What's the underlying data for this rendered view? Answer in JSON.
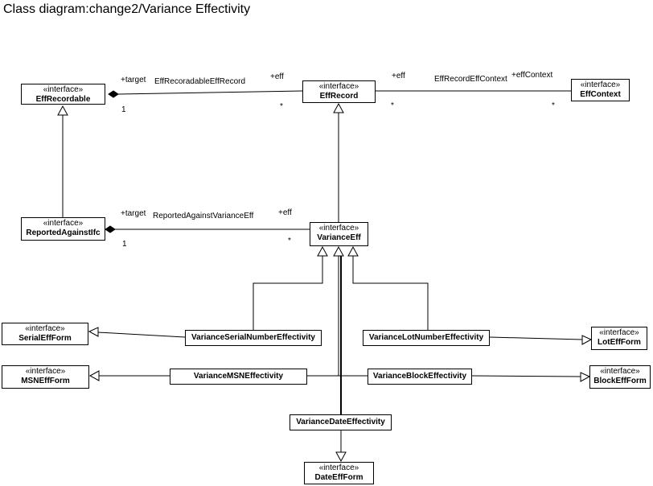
{
  "title": "Class diagram:change2/Variance Effectivity",
  "stereotype": "«interface»",
  "classes": {
    "eff_recordable": "EffRecordable",
    "eff_record": "EffRecord",
    "eff_context": "EffContext",
    "reported_against_ifc": "ReportedAgainstIfc",
    "variance_eff": "VarianceEff",
    "serial_eff_form": "SerialEffForm",
    "msn_eff_form": "MSNEffForm",
    "lot_eff_form": "LotEffForm",
    "block_eff_form": "BlockEffForm",
    "date_eff_form": "DateEffForm",
    "variance_serial": "VarianceSerialNumberEffectivity",
    "variance_msn": "VarianceMSNEffectivity",
    "variance_lot": "VarianceLotNumberEffectivity",
    "variance_block": "VarianceBlockEffectivity",
    "variance_date": "VarianceDateEffectivity"
  },
  "associations": {
    "recordable_record": {
      "name": "EffRecoradableEffRecord",
      "source_role": "+target",
      "source_mult": "1",
      "target_role": "+eff",
      "target_mult": "*"
    },
    "record_context": {
      "name": "EffRecordEffContext",
      "source_role": "+eff",
      "source_mult": "*",
      "target_role": "+effContext",
      "target_mult": "*"
    },
    "reported_variance": {
      "name": "ReportedAgainstVarianceEff",
      "source_role": "+target",
      "source_mult": "1",
      "target_role": "+eff",
      "target_mult": "*"
    }
  }
}
